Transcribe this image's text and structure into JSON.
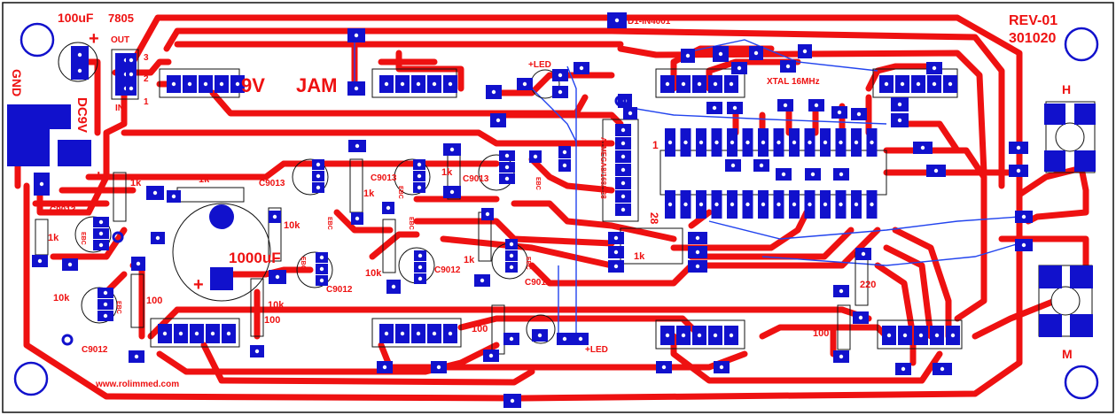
{
  "colors": {
    "trace_red": "#ee1111",
    "pad_blue": "#1111cc",
    "jumper_blue": "#2244ee",
    "silk_black": "#111111",
    "background": "#ffffff",
    "hole_white": "#ffffff"
  },
  "texts": {
    "cap_100uf": "100uF",
    "reg_7805": "7805",
    "reg_out": "OUT",
    "plus_top": "+",
    "pin3": "3",
    "pin2": "2",
    "pin1": "1",
    "reg_in": "IN",
    "gnd": "GND",
    "dc9v": "DC9V",
    "plus_left": "+",
    "v9": "9V",
    "jam": "JAM",
    "led_top": "+LED",
    "diode": "D1-IN4001",
    "xtal": "XTAL  16MHz",
    "rev": "REV-01",
    "date": "301020",
    "h_label": "H",
    "m_label": "M",
    "r1k_a": "1k",
    "r1k_b": "1k",
    "r1k_c": "1k",
    "r1k_d": "1k",
    "r1k_e": "1k",
    "r1k_f": "1k",
    "r1k_g": "1k",
    "r10k_a": "10k",
    "r10k_b": "10k",
    "r10k_c": "10k",
    "r10k_d": "10k",
    "r100_a": "100",
    "r100_b": "100",
    "r100_c": "100",
    "r100_d": "100",
    "r220": "220",
    "cap_1000uf": "1000uF",
    "plus_cap": "+",
    "c9013_a": "C9013",
    "c9013_b": "C9013",
    "c9013_c": "C9013",
    "c9013_d": "C9013",
    "c9012_a": "C9012",
    "c9012_b": "C9012",
    "c9012_c": "C9012",
    "c9012_d": "C9012",
    "ebc_a": "EBC",
    "ebc_b": "EBC",
    "ebc_c": "EBC",
    "ebc_d": "EBC",
    "ebc_e": "EBC",
    "ebc_f": "EBC",
    "ebc_g": "EBC",
    "ebc_h": "EBC",
    "ic_label": "ATMEGA8/168/328",
    "ic_pin1": "1",
    "ic_28": "28",
    "led_bottom": "+LED",
    "website": "www.rolimmed.com"
  }
}
